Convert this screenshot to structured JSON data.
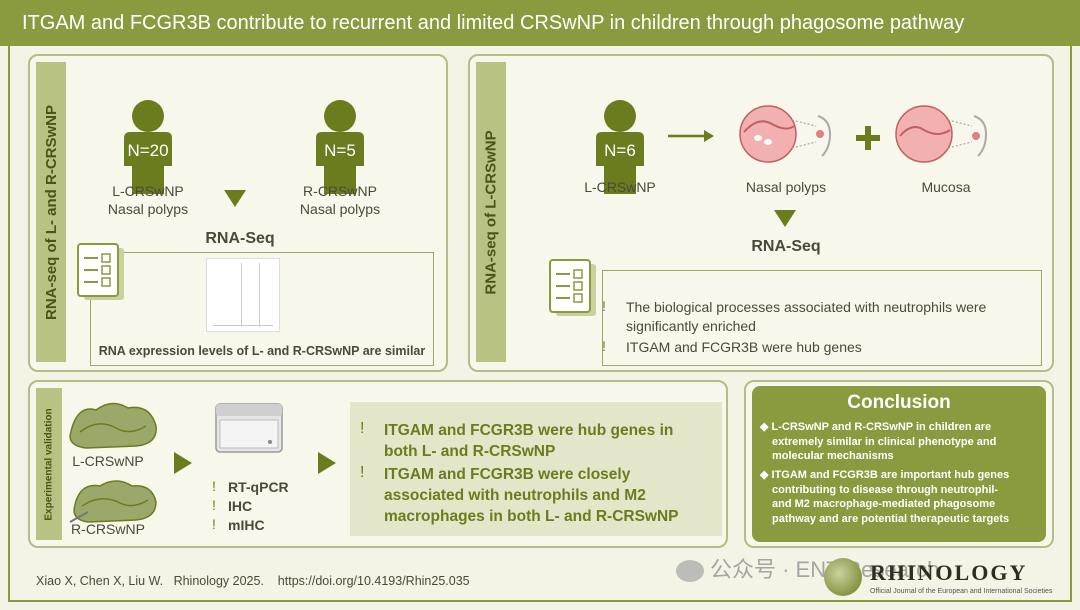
{
  "title": "ITGAM and FCGR3B contribute to recurrent and limited CRSwNP in children through phagosome pathway",
  "left_panel": {
    "side_label": "RNA-seq of L- and R-CRSwNP",
    "group1": {
      "n": "N=20",
      "line1": "L-CRSwNP",
      "line2": "Nasal polyps"
    },
    "group2": {
      "n": "N=5",
      "line1": "R-CRSwNP",
      "line2": "Nasal polyps"
    },
    "method": "RNA-Seq",
    "result": "RNA expression levels of L- and R-CRSwNP are similar"
  },
  "right_panel": {
    "side_label": "RNA-seq of L-CRSwNP",
    "group": {
      "n": "N=6",
      "line1": "L-CRSwNP"
    },
    "sample1": "Nasal polyps",
    "sample2": "Mucosa",
    "method": "RNA-Seq",
    "findings": [
      {
        "line1": "The biological processes associated with neutrophils were",
        "line2": "significantly enriched"
      },
      {
        "line1": "ITGAM and FCGR3B were hub genes",
        "line2": ""
      }
    ]
  },
  "validation": {
    "side_label": "Experimental validation",
    "sample1": "L-CRSwNP",
    "sample2": "R-CRSwNP",
    "methods": [
      "RT-qPCR",
      "IHC",
      "mIHC"
    ],
    "results": [
      {
        "line1": "ITGAM and FCGR3B were hub genes in",
        "line2": "both L- and R-CRSwNP",
        "line3": ""
      },
      {
        "line1": "ITGAM and FCGR3B were closely",
        "line2": "associated with neutrophils and M2",
        "line3": "macrophages in both L- and R-CRSwNP"
      }
    ]
  },
  "conclusion": {
    "title": "Conclusion",
    "items": [
      {
        "line1": "L-CRSwNP and R-CRSwNP in children are",
        "line2": "extremely similar in clinical phenotype and",
        "line3": "molecular mechanisms",
        "line4": ""
      },
      {
        "line1": "ITGAM and FCGR3B are important hub genes",
        "line2": "contributing to disease through neutrophil-",
        "line3": "and M2 macrophage-mediated phagosome",
        "line4": "pathway and are potential therapeutic targets"
      }
    ]
  },
  "citation": "Xiao X, Chen X, Liu W.   Rhinology 2025.    https://doi.org/10.4193/Rhin25.035",
  "watermark": "公众号 · ENT Research",
  "journal": {
    "name": "RHINOLOGY",
    "subtitle": "Official Journal of the European and International Societies"
  },
  "colors": {
    "olive": "#8a9a3e",
    "dark_olive": "#6b7c1e",
    "pink": "#e89090"
  },
  "icons": [
    "person-icon",
    "document-icon",
    "arrow-down-icon",
    "arrow-right-icon",
    "plus-icon",
    "pcr-machine-icon",
    "tissue-icon"
  ]
}
